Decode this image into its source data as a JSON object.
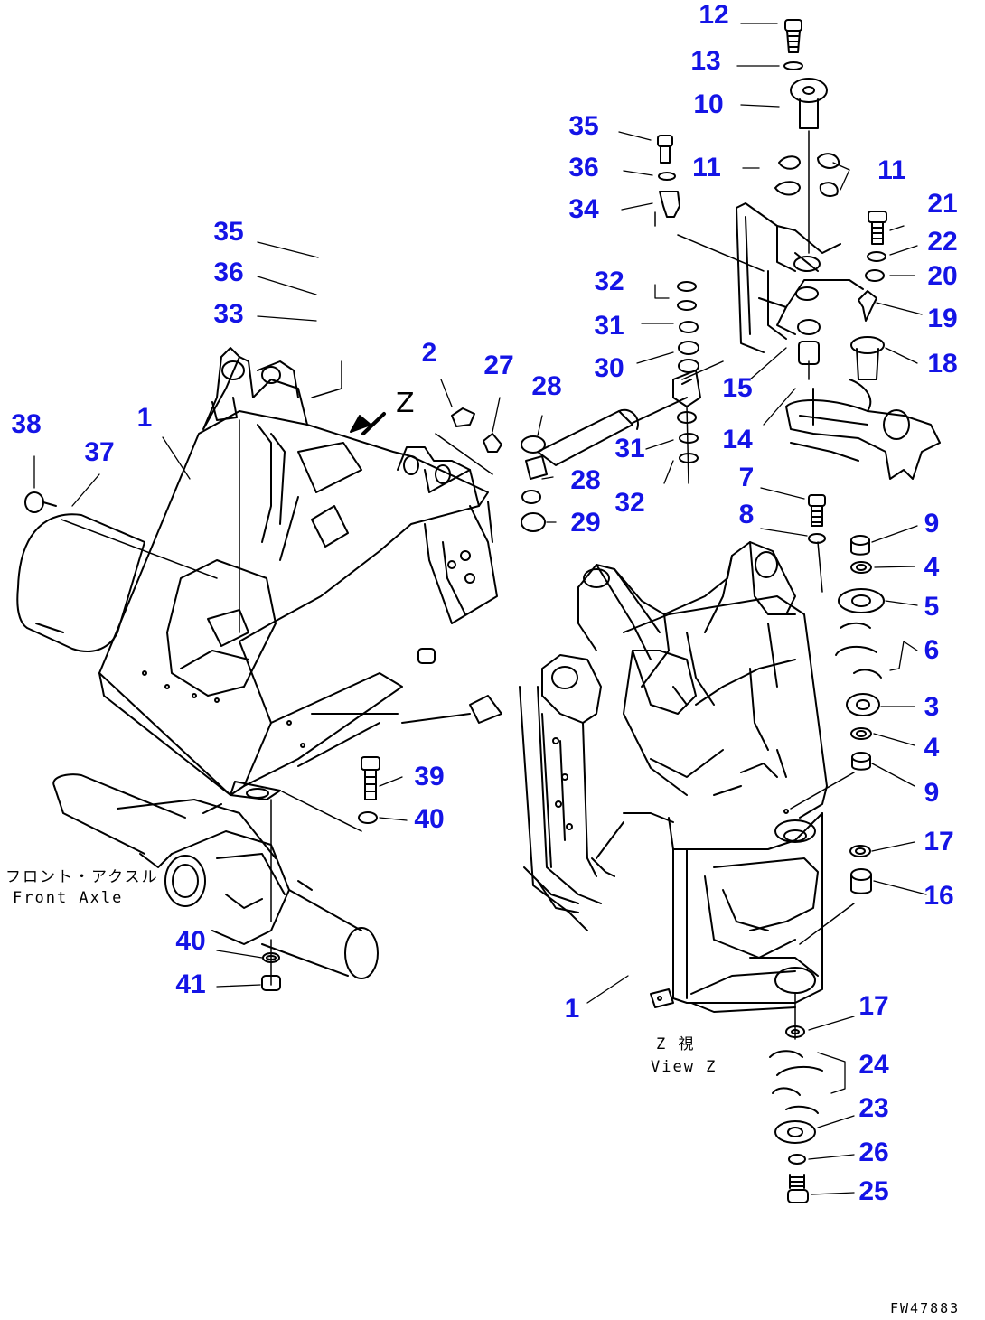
{
  "labels": {
    "n12": "12",
    "n13": "13",
    "n10": "10",
    "n35a": "35",
    "n36a": "36",
    "n34": "34",
    "n11a": "11",
    "n11b": "11",
    "n21": "21",
    "n22": "22",
    "n20": "20",
    "n19": "19",
    "n18": "18",
    "n35b": "35",
    "n36b": "36",
    "n33": "33",
    "n32a": "32",
    "n31a": "31",
    "n30": "30",
    "n2": "2",
    "n27": "27",
    "n28a": "28",
    "n15": "15",
    "n14": "14",
    "n31b": "31",
    "n28b": "28",
    "n29": "29",
    "n32b": "32",
    "n38": "38",
    "n37": "37",
    "n1a": "1",
    "n7": "7",
    "n8": "8",
    "n9a": "9",
    "n4a": "4",
    "n5": "5",
    "n6": "6",
    "n3": "3",
    "n4b": "4",
    "n9b": "9",
    "n39": "39",
    "n40a": "40",
    "n17a": "17",
    "n16": "16",
    "n40b": "40",
    "n41": "41",
    "n1b": "1",
    "n17b": "17",
    "n24": "24",
    "n23": "23",
    "n26": "26",
    "n25": "25"
  },
  "notes": {
    "front_axle_jp": "フロント・アクスル",
    "front_axle_en": "Front Axle",
    "view_z_jp": "Z 視",
    "view_z_en": "View Z",
    "view_marker": "Z",
    "drawing_code": "FW47883"
  },
  "colors": {
    "callout": "#1414e6",
    "line": "#000000",
    "background": "#ffffff"
  },
  "icons": {
    "view_arrow": "arrow-icon"
  }
}
